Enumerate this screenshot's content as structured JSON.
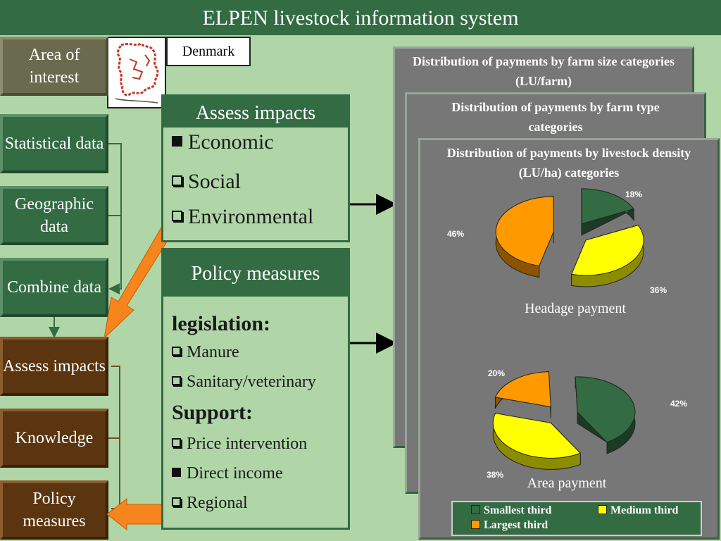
{
  "header": {
    "title": "ELPEN livestock information system"
  },
  "map": {
    "label": "Denmark"
  },
  "nav": {
    "area_of_interest": "Area of interest",
    "statistical_data": "Statistical data",
    "geographic_data": "Geographic data",
    "combine_data": "Combine data",
    "assess_impacts": "Assess impacts",
    "knowledge": "Knowledge",
    "policy_measures": "Policy measures"
  },
  "assess_panel": {
    "title": "Assess impacts",
    "items": [
      {
        "icon": "filled-square-icon",
        "label": "Economic"
      },
      {
        "icon": "empty-checkbox-icon",
        "label": "Social"
      },
      {
        "icon": "empty-checkbox-icon",
        "label": "Environmental"
      }
    ]
  },
  "policy_panel": {
    "title": "Policy measures",
    "legislation_heading": "legislation:",
    "legislation_items": [
      {
        "icon": "empty-checkbox-icon",
        "label": "Manure"
      },
      {
        "icon": "empty-checkbox-icon",
        "label": "Sanitary/veterinary"
      }
    ],
    "support_heading": "Support:",
    "support_items": [
      {
        "icon": "empty-checkbox-icon",
        "label": "Price intervention"
      },
      {
        "icon": "filled-square-icon",
        "label": "Direct income"
      },
      {
        "icon": "empty-checkbox-icon",
        "label": "Regional"
      }
    ]
  },
  "cards": {
    "card1_title": "Distribution of payments by farm size categories (LU/farm)",
    "card2_title": "Distribution of payments by farm type categories",
    "card3_title": "Distribution of payments by livestock density (LU/ha) categories"
  },
  "colors": {
    "smallest": "#336b43",
    "medium": "#ffff00",
    "largest": "#ff9900"
  },
  "chart_data": [
    {
      "type": "pie",
      "title": "Headage payment",
      "categories": [
        "Smallest third",
        "Medium third",
        "Largest third"
      ],
      "values": [
        18,
        36,
        46
      ],
      "labels": [
        "18%",
        "36%",
        "46%"
      ]
    },
    {
      "type": "pie",
      "title": "Area payment",
      "categories": [
        "Smallest third",
        "Medium third",
        "Largest third"
      ],
      "values": [
        42,
        38,
        20
      ],
      "labels": [
        "42%",
        "38%",
        "20%"
      ]
    }
  ],
  "legend": {
    "items": [
      "Smallest third",
      "Medium third",
      "Largest third"
    ],
    "placement": "bottom"
  }
}
